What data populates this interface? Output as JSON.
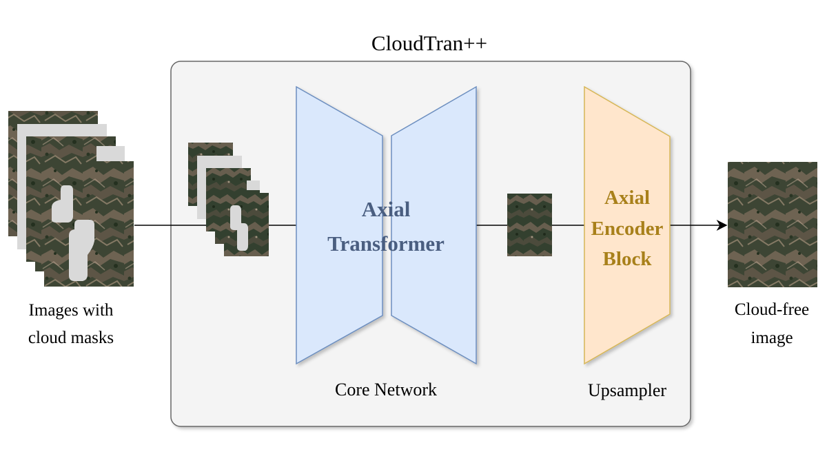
{
  "diagram": {
    "title": "CloudTran++",
    "input": {
      "label_line1": "Images with",
      "label_line2": "cloud masks"
    },
    "core": {
      "name_line1": "Axial",
      "name_line2": "Transformer",
      "caption": "Core Network"
    },
    "upsampler": {
      "name_line1": "Axial",
      "name_line2": "Encoder",
      "name_line3": "Block",
      "caption": "Upsampler"
    },
    "output": {
      "label_line1": "Cloud-free",
      "label_line2": "image"
    },
    "colors": {
      "container_fill": "#f4f4f4",
      "container_stroke": "#666666",
      "core_fill": "#dae8fc",
      "core_stroke": "#6c8ebf",
      "core_text": "#4a5e80",
      "upsampler_fill": "#ffe6cc",
      "upsampler_stroke": "#d6b656",
      "upsampler_text": "#a8801a",
      "mask_color": "#d9d9d9"
    }
  }
}
